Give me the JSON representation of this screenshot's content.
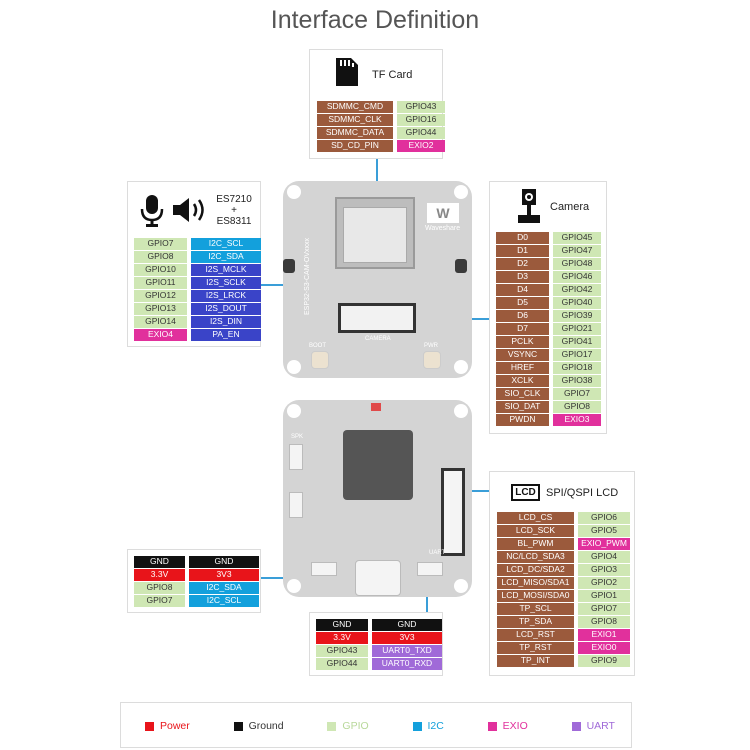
{
  "title": "Interface Definition",
  "colors": {
    "power": "#e8141a",
    "ground": "#111111",
    "gpio": "#cfe7b4",
    "i2c": "#13a0dc",
    "exio": "#e1309c",
    "uart": "#a06ad8",
    "signal": "#9b5a3c",
    "i2s": "#3a44c8"
  },
  "tf_card": {
    "label": "TF Card",
    "icon": "sd-card-icon",
    "rows": [
      [
        "SDMMC_CMD",
        "GPIO43"
      ],
      [
        "SDMMC_CLK",
        "GPIO16"
      ],
      [
        "SDMMC_DATA",
        "GPIO44"
      ],
      [
        "SD_CD_PIN",
        "EXIO2"
      ]
    ]
  },
  "audio": {
    "label_line1": "ES7210",
    "label_line2": "+",
    "label_line3": "ES8311",
    "icons": [
      "microphone-icon",
      "speaker-icon"
    ],
    "rows": [
      [
        "GPIO7",
        "I2C_SCL"
      ],
      [
        "GPIO8",
        "I2C_SDA"
      ],
      [
        "GPIO10",
        "I2S_MCLK"
      ],
      [
        "GPIO11",
        "I2S_SCLK"
      ],
      [
        "GPIO12",
        "I2S_LRCK"
      ],
      [
        "GPIO13",
        "I2S_DOUT"
      ],
      [
        "GPIO14",
        "I2S_DIN"
      ],
      [
        "EXIO4",
        "PA_EN"
      ]
    ]
  },
  "camera": {
    "label": "Camera",
    "icon": "camera-icon",
    "rows": [
      [
        "D0",
        "GPIO45"
      ],
      [
        "D1",
        "GPIO47"
      ],
      [
        "D2",
        "GPIO48"
      ],
      [
        "D3",
        "GPIO46"
      ],
      [
        "D4",
        "GPIO42"
      ],
      [
        "D5",
        "GPIO40"
      ],
      [
        "D6",
        "GPIO39"
      ],
      [
        "D7",
        "GPIO21"
      ],
      [
        "PCLK",
        "GPIO41"
      ],
      [
        "VSYNC",
        "GPIO17"
      ],
      [
        "HREF",
        "GPIO18"
      ],
      [
        "XCLK",
        "GPIO38"
      ],
      [
        "SIO_CLK",
        "GPIO7"
      ],
      [
        "SIO_DAT",
        "GPIO8"
      ],
      [
        "PWDN",
        "EXIO3"
      ]
    ]
  },
  "lcd": {
    "label": "SPI/QSPI LCD",
    "icon_text": "LCD",
    "rows": [
      [
        "LCD_CS",
        "GPIO6"
      ],
      [
        "LCD_SCK",
        "GPIO5"
      ],
      [
        "BL_PWM",
        "EXIO_PWM"
      ],
      [
        "NC/LCD_SDA3",
        "GPIO4"
      ],
      [
        "LCD_DC/SDA2",
        "GPIO3"
      ],
      [
        "LCD_MISO/SDA1",
        "GPIO2"
      ],
      [
        "LCD_MOSI/SDA0",
        "GPIO1"
      ],
      [
        "TP_SCL",
        "GPIO7"
      ],
      [
        "TP_SDA",
        "GPIO8"
      ],
      [
        "LCD_RST",
        "EXIO1"
      ],
      [
        "TP_RST",
        "EXIO0"
      ],
      [
        "TP_INT",
        "GPIO9"
      ]
    ]
  },
  "i2c_port": {
    "rows": [
      [
        "GND",
        "GND"
      ],
      [
        "3.3V",
        "3V3"
      ],
      [
        "GPIO8",
        "I2C_SDA"
      ],
      [
        "GPIO7",
        "I2C_SCL"
      ]
    ]
  },
  "uart_port": {
    "rows": [
      [
        "GND",
        "GND"
      ],
      [
        "3.3V",
        "3V3"
      ],
      [
        "GPIO43",
        "UART0_TXD"
      ],
      [
        "GPIO44",
        "UART0_RXD"
      ]
    ]
  },
  "board": {
    "top_text": "ESP32-S3-CAM-OVxxxx",
    "brand": "Waveshare",
    "boot": "BOOT",
    "pwr": "PWR",
    "camera_text": "CAMERA",
    "spk": "SPK",
    "uart_text": "UART"
  },
  "legend": [
    {
      "label": "Power",
      "color": "#e8141a",
      "text_color": "#e8141a"
    },
    {
      "label": "Ground",
      "color": "#111111",
      "text_color": "#333333"
    },
    {
      "label": "GPIO",
      "color": "#cfe7b4",
      "text_color": "#b8d89a"
    },
    {
      "label": "I2C",
      "color": "#13a0dc",
      "text_color": "#13a0dc"
    },
    {
      "label": "EXIO",
      "color": "#e1309c",
      "text_color": "#e1309c"
    },
    {
      "label": "UART",
      "color": "#a06ad8",
      "text_color": "#a06ad8"
    }
  ]
}
